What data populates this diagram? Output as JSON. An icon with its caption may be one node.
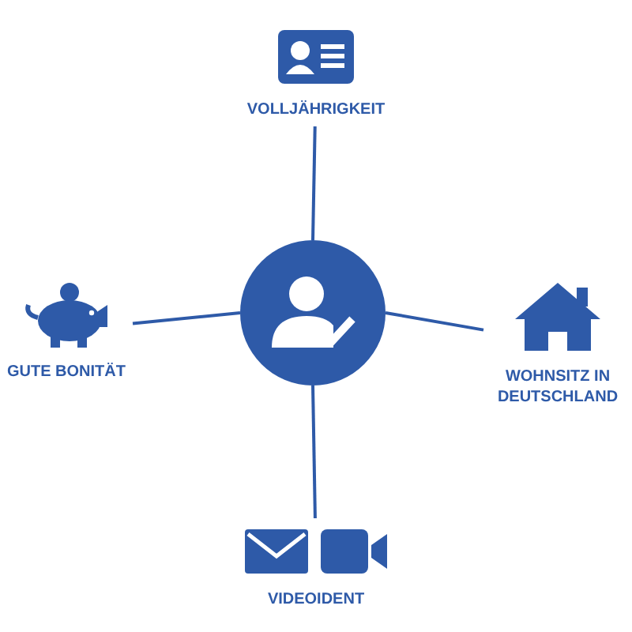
{
  "diagram": {
    "nodes": [
      {
        "text": [],
        "shape": "circle"
      },
      {
        "text": [
          "VOLLJÄHRIGKEIT"
        ]
      },
      {
        "text": [
          "GUTE BONITÄT"
        ]
      },
      {
        "text": [
          "WOHNSITZ IN DEUTSCHLAND"
        ]
      },
      {
        "text": [
          "VIDEOIDENT"
        ]
      }
    ],
    "edges": [
      {
        "from": 0,
        "to": 1,
        "arrow": "none"
      },
      {
        "from": 0,
        "to": 2,
        "arrow": "none"
      },
      {
        "from": 0,
        "to": 3,
        "arrow": "none"
      },
      {
        "from": 0,
        "to": 4,
        "arrow": "none"
      }
    ]
  }
}
